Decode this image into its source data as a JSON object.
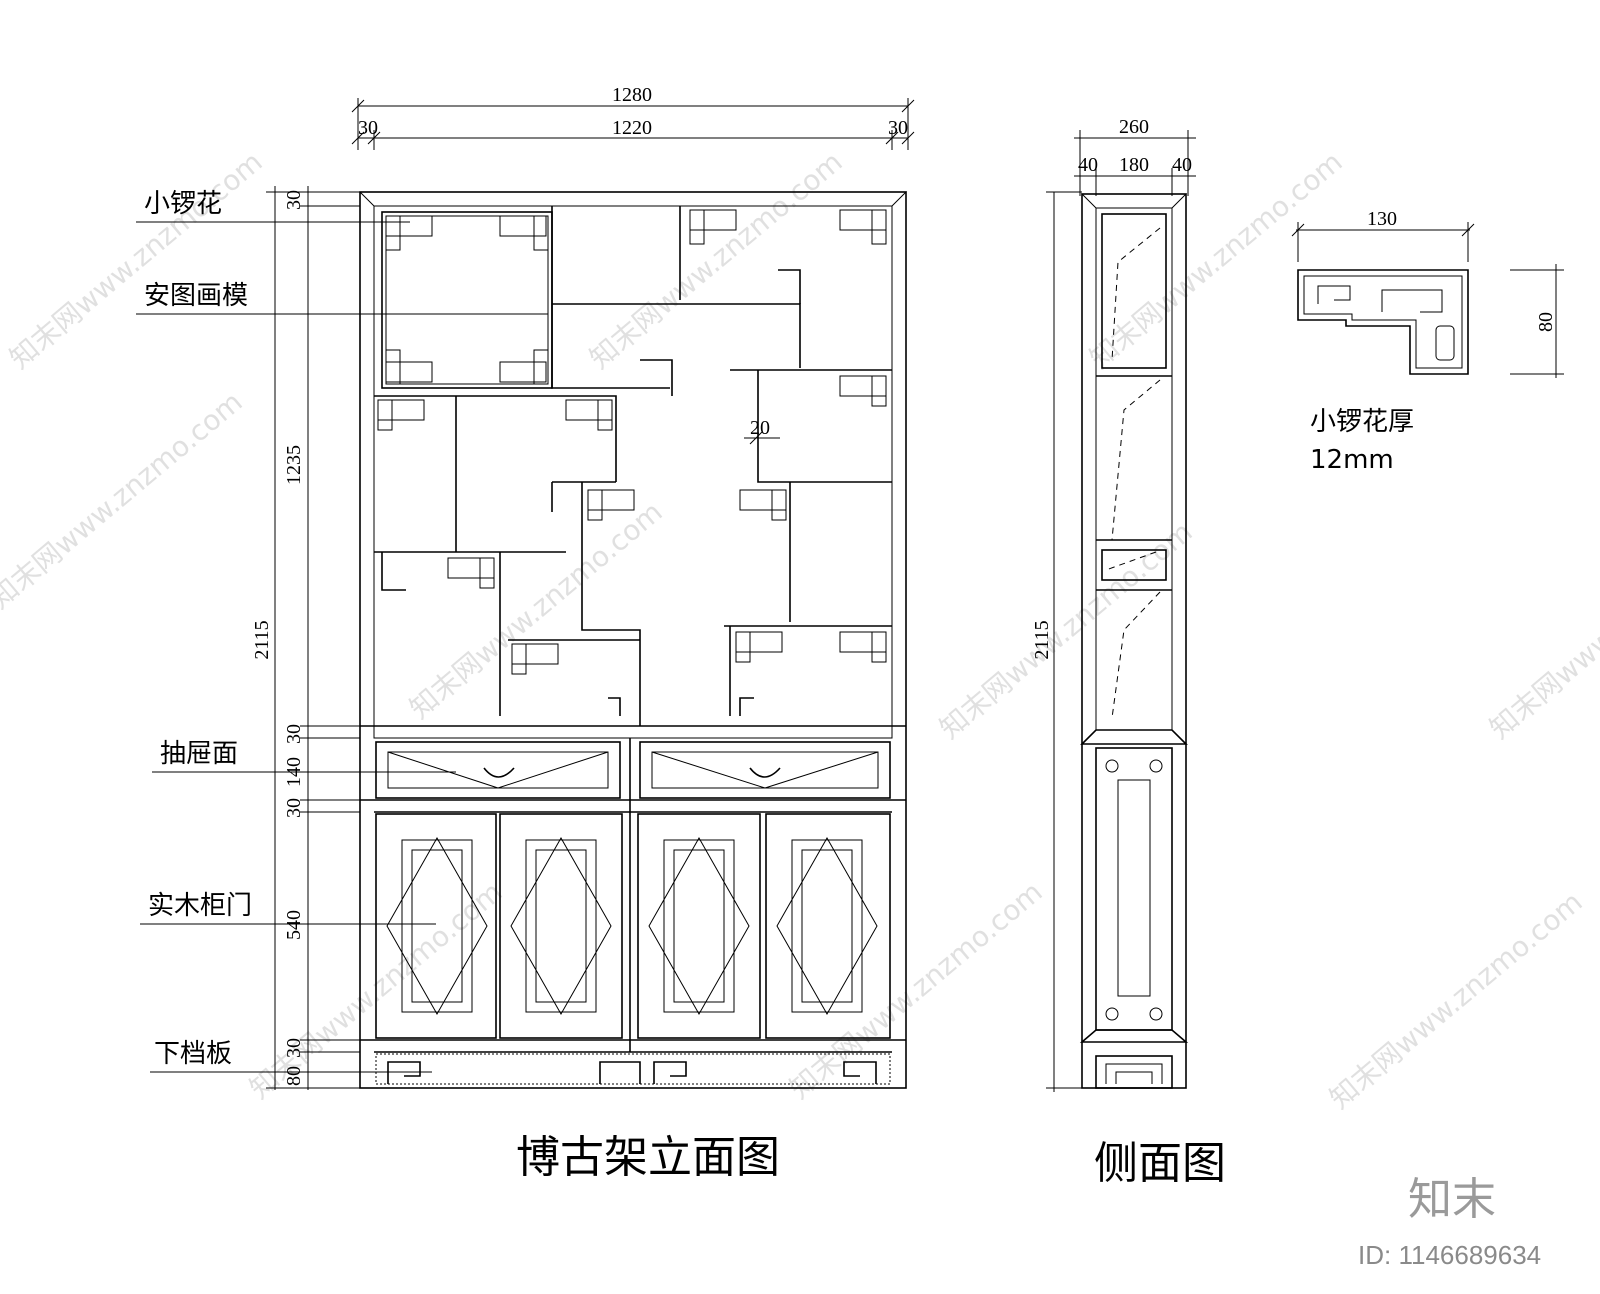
{
  "drawing": {
    "front_title": "博古架立面图",
    "side_title": "侧面图"
  },
  "dimensions": {
    "overall_width": "1280",
    "side_margin_left": "30",
    "inner_width": "1220",
    "side_margin_right": "30",
    "height_total": "2115",
    "top_rail": "30",
    "upper_height": "1235",
    "mid_rail_1": "30",
    "drawer_height": "140",
    "mid_rail_2": "30",
    "door_height": "540",
    "lower_rail": "30",
    "plinth": "80",
    "shelf_gap": "20",
    "side_depth": "260",
    "side_frame_left": "40",
    "side_inner": "180",
    "side_frame_right": "40",
    "side_height": "2115",
    "detail_width": "130",
    "detail_height": "80"
  },
  "callouts": {
    "small_bracket": "小锣花",
    "painting_frame": "安图画模",
    "drawer_face": "抽屉面",
    "wood_door": "实木柜门",
    "kick_board": "下档板"
  },
  "detail_note": {
    "line1": "小锣花厚",
    "line2": "12mm"
  },
  "watermark": {
    "text": "知末网www.znzmo.com",
    "brand": "知末",
    "id": "ID: 1146689634"
  }
}
